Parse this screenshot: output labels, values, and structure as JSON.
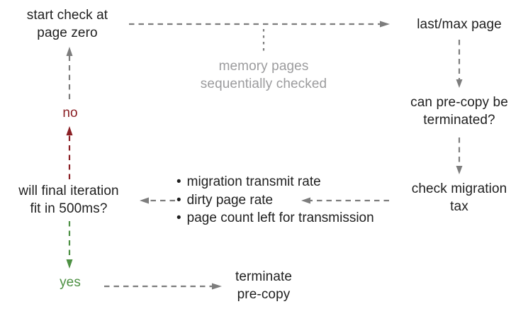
{
  "colors": {
    "bg": "#ffffff",
    "text": "#1f1f1f",
    "arrow": "#7d7d7d",
    "note": "#9c9c9e",
    "no": "#8b2025",
    "yes": "#4d9043"
  },
  "nodes": {
    "start_check": "start check at\npage zero",
    "last_max_page": "last/max page",
    "memory_note": "memory pages\nsequentially checked",
    "can_terminate": "can pre-copy be\nterminated?",
    "check_tax": "check migration\ntax",
    "final_iteration": "will final iteration\nfit in 500ms?",
    "terminate": "terminate\npre-copy",
    "no": "no",
    "yes": "yes"
  },
  "factors": {
    "bullet_char": "•",
    "items": [
      "migration transmit rate",
      "dirty page rate",
      "page count left for transmission"
    ]
  }
}
